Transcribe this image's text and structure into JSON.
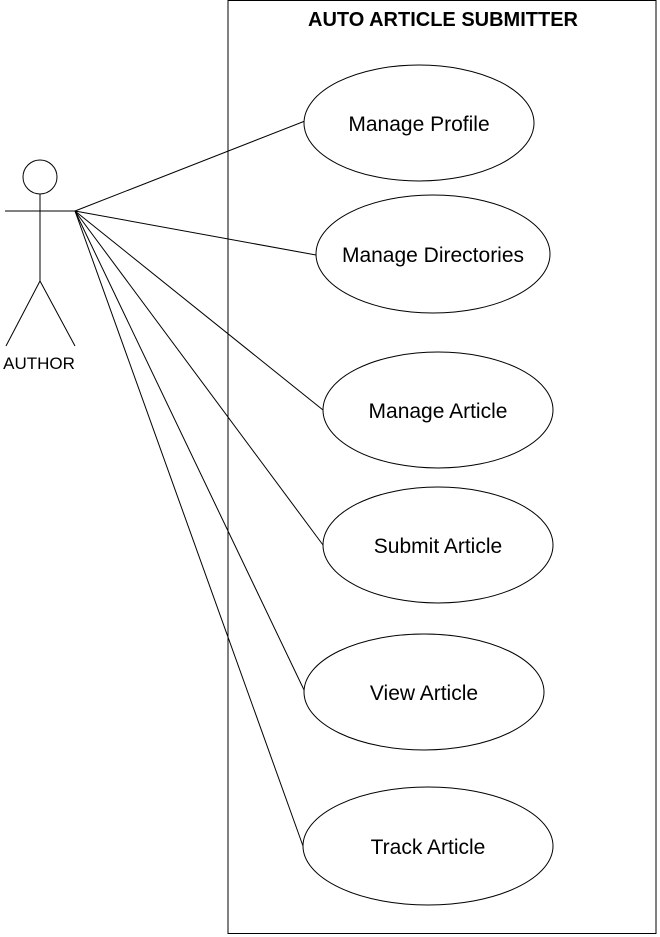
{
  "system": {
    "title": "AUTO ARTICLE SUBMITTER"
  },
  "actor": {
    "label": "AUTHOR"
  },
  "use_cases": [
    {
      "label": "Manage Profile"
    },
    {
      "label": "Manage Directories"
    },
    {
      "label": "Manage Article"
    },
    {
      "label": "Submit Article"
    },
    {
      "label": "View Article"
    },
    {
      "label": "Track Article"
    }
  ]
}
